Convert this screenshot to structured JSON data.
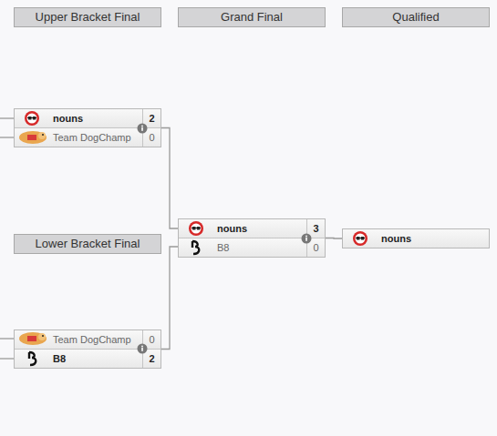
{
  "diagram": {
    "nodes": [
      {
        "text": [
          "Upper Bracket Final"
        ]
      },
      {
        "text": [
          "Grand Final"
        ]
      },
      {
        "text": [
          "Qualified"
        ]
      },
      {
        "text": []
      },
      {
        "text": [
          "nouns",
          "2"
        ],
        "in": 3
      },
      {
        "text": [
          "Team DogChamp",
          "0"
        ],
        "in": 3
      },
      {
        "text": []
      },
      {
        "text": [
          "nouns",
          "3"
        ],
        "in": 6
      },
      {
        "text": [
          "B8",
          "0"
        ],
        "in": 6
      },
      {
        "text": [
          "nouns"
        ]
      },
      {
        "text": [
          "Lower Bracket Final"
        ]
      },
      {
        "text": []
      },
      {
        "text": [
          "Team DogChamp",
          "0"
        ],
        "in": 11
      },
      {
        "text": [
          "B8",
          "2"
        ],
        "in": 11
      }
    ],
    "edges": [
      {
        "from": 3,
        "to": 6,
        "arrow": "none"
      },
      {
        "from": 11,
        "to": 6,
        "arrow": "none"
      },
      {
        "from": 6,
        "to": 9,
        "arrow": "none"
      }
    ]
  }
}
